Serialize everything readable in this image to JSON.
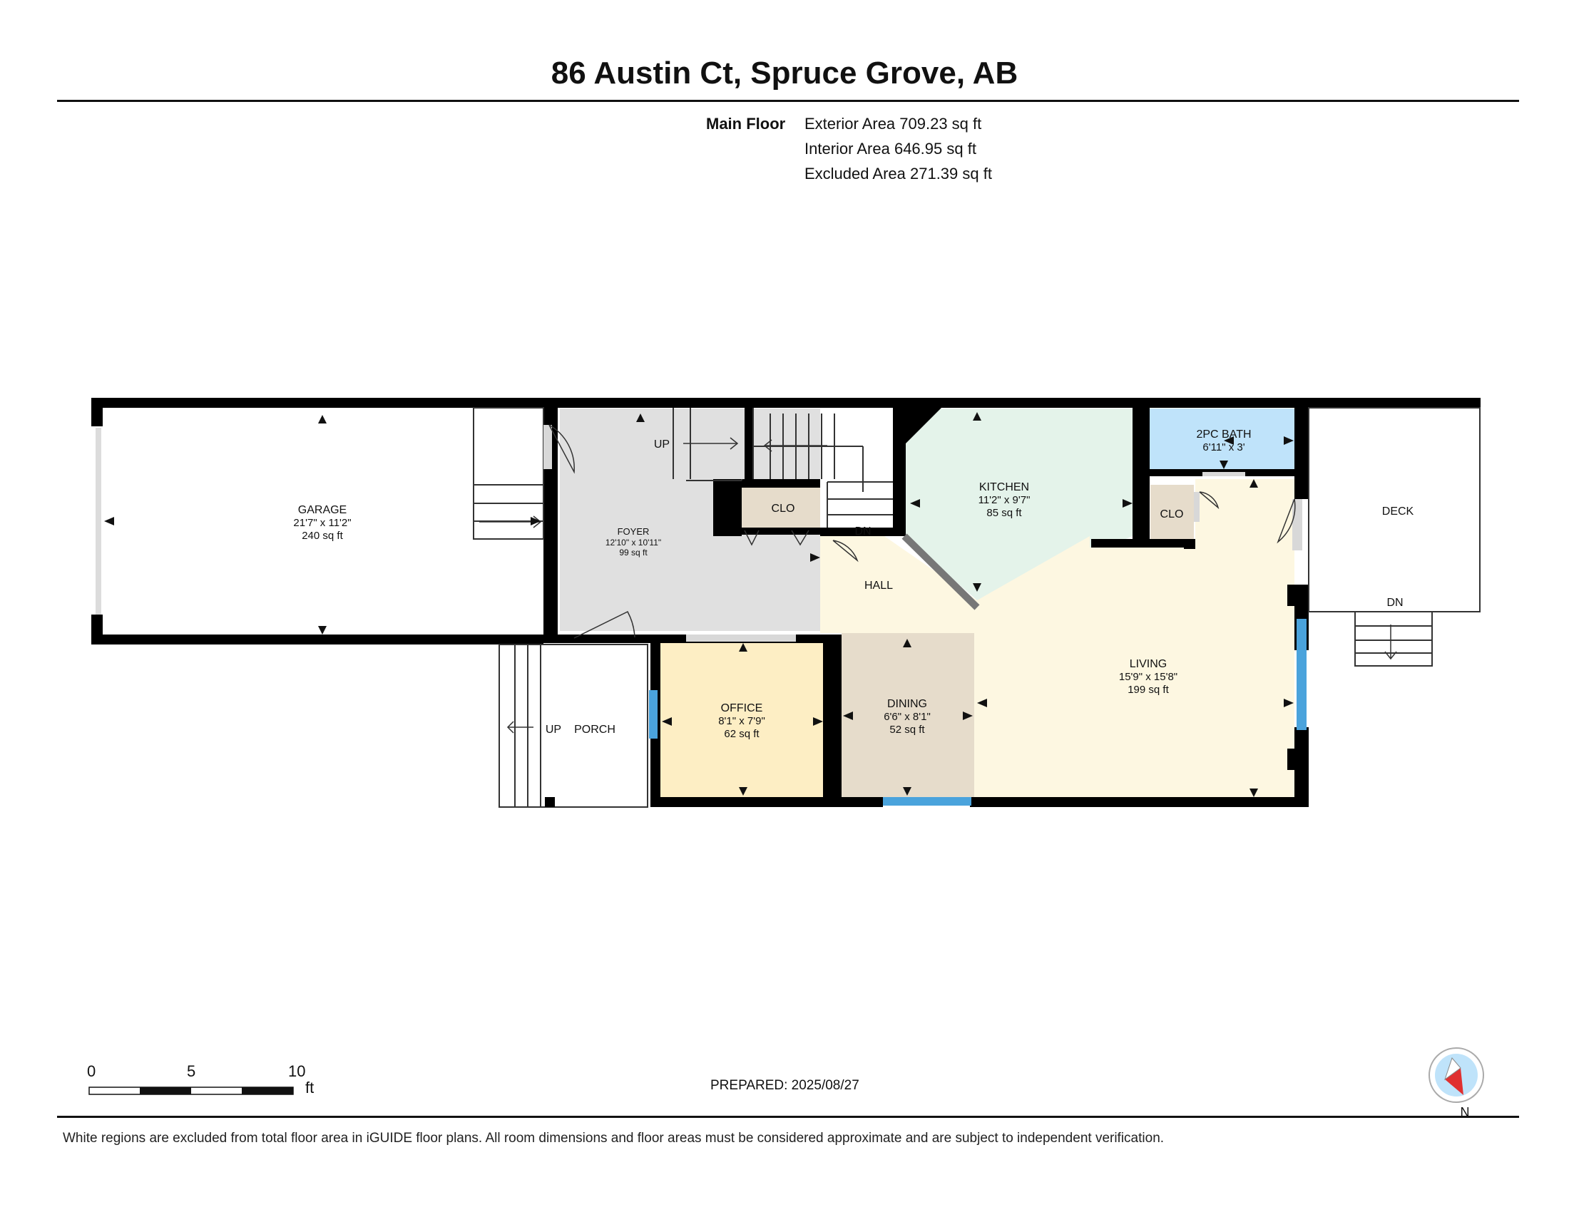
{
  "header": {
    "title": "86 Austin Ct, Spruce Grove, AB"
  },
  "areas": {
    "floor_label": "Main Floor",
    "exterior": "Exterior Area 709.23 sq ft",
    "interior": "Interior Area 646.95 sq ft",
    "excluded": "Excluded Area 271.39 sq ft"
  },
  "rooms": {
    "garage": {
      "name": "GARAGE",
      "dims": "21'7\" x 11'2\"",
      "area": "240 sq ft"
    },
    "foyer": {
      "name": "FOYER",
      "dims": "12'10\" x 10'11\"",
      "area": "99 sq ft"
    },
    "kitchen": {
      "name": "KITCHEN",
      "dims": "11'2\" x 9'7\"",
      "area": "85 sq ft"
    },
    "bath": {
      "name": "2PC BATH",
      "dims": "6'11\" x 3'"
    },
    "deck": {
      "name": "DECK"
    },
    "hall": {
      "name": "HALL"
    },
    "living": {
      "name": "LIVING",
      "dims": "15'9\" x 15'8\"",
      "area": "199 sq ft"
    },
    "office": {
      "name": "OFFICE",
      "dims": "8'1\" x 7'9\"",
      "area": "62 sq ft"
    },
    "dining": {
      "name": "DINING",
      "dims": "6'6\" x 8'1\"",
      "area": "52 sq ft"
    },
    "porch": {
      "name": "PORCH"
    },
    "clo1": {
      "name": "CLO"
    },
    "clo2": {
      "name": "CLO"
    }
  },
  "labels": {
    "up": "UP",
    "dn": "DN"
  },
  "scale": {
    "zero": "0",
    "five": "5",
    "ten": "10",
    "unit": "ft"
  },
  "compass": {
    "north": "N"
  },
  "footer": {
    "prepared": "PREPARED: 2025/08/27",
    "disclaimer": "White regions are excluded from total floor area in iGUIDE floor plans. All room dimensions and floor areas must be considered approximate and are subject to independent verification."
  },
  "colors": {
    "foyer": "#e0e0e0",
    "kitchen": "#e4f3ea",
    "bath": "#bfe3fa",
    "living": "#fdf7e1",
    "office": "#fdeec4",
    "dining": "#e6dccb",
    "closet": "#e6dccb",
    "wall": "#000000",
    "window": "#4aa3dc"
  }
}
